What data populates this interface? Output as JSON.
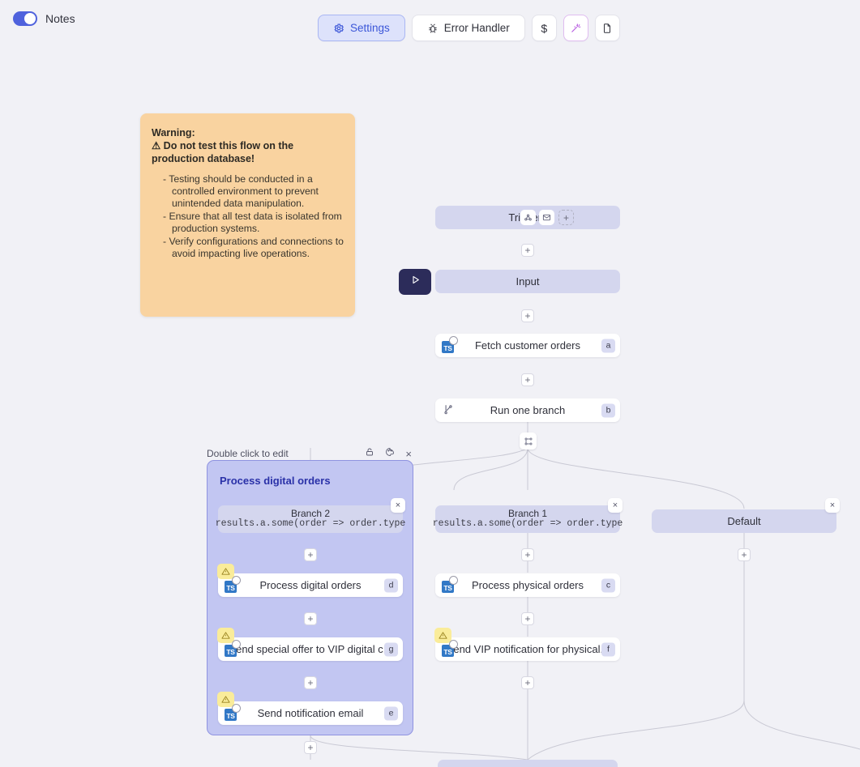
{
  "topbar": {
    "notes_toggle_label": "Notes",
    "notes_toggle_on": true,
    "buttons": [
      {
        "label": "Settings",
        "icon": "gear-icon",
        "active": true
      },
      {
        "label": "Error Handler",
        "icon": "bug-icon",
        "active": false
      }
    ],
    "icon_buttons": [
      {
        "name": "dollar-icon",
        "glyph": "$"
      },
      {
        "name": "magic-wand-icon",
        "glyph": ""
      },
      {
        "name": "document-icon",
        "glyph": ""
      }
    ]
  },
  "note": {
    "title": "Warning:",
    "headline": "⚠ Do not test this flow on the production database!",
    "bullets": [
      "- Testing should be conducted in a controlled environment to prevent unintended data manipulation.",
      "- Ensure that all test data is isolated from production systems.",
      "- Verify configurations and connections to avoid impacting live operations."
    ],
    "color": "#f9d3a0"
  },
  "flow": {
    "triggers": {
      "label": "Triggers",
      "icons": [
        "webhook-icon",
        "mail-icon"
      ],
      "add_label": "+"
    },
    "input": {
      "label": "Input"
    },
    "run_button": {
      "name": "run-flow-button",
      "glyph": "▷"
    },
    "nodes": [
      {
        "label": "Fetch customer orders",
        "chip": "a",
        "icon": "typescript-icon",
        "warning": false
      },
      {
        "label": "Run one branch",
        "chip": "b",
        "icon": "branch-icon",
        "warning": false
      }
    ],
    "branches": [
      {
        "name": "Branch 2",
        "expr": "results.a.some(order => order.type",
        "column": "left"
      },
      {
        "name": "Branch 1",
        "expr": "results.a.some(order => order.type",
        "column": "middle"
      },
      {
        "name": "Default",
        "expr": "",
        "column": "right"
      }
    ],
    "left_column": [
      {
        "label": "Process digital orders",
        "chip": "d",
        "icon": "typescript-icon",
        "warning": true
      },
      {
        "label": "Send special offer to VIP digital c...",
        "chip": "g",
        "icon": "typescript-icon",
        "warning": true
      },
      {
        "label": "Send notification email",
        "chip": "e",
        "icon": "typescript-icon",
        "warning": true
      }
    ],
    "middle_column": [
      {
        "label": "Process physical orders",
        "chip": "c",
        "icon": "typescript-icon",
        "warning": false
      },
      {
        "label": "Send VIP notification for physical...",
        "chip": "f",
        "icon": "typescript-icon",
        "warning": true
      }
    ],
    "add_label": "+",
    "close_label": "×"
  },
  "group": {
    "hint": "Double click to edit",
    "title": "Process digital orders",
    "icons": [
      "lock-icon",
      "palette-icon",
      "close-icon"
    ],
    "fill": "#c2c6f2",
    "border": "#8f93e0"
  },
  "colors": {
    "canvas_bg": "#f1f1f6",
    "band": "#d4d6ee",
    "accent": "#4f62dd",
    "note": "#f9d3a0",
    "warning": "#faec9a"
  }
}
